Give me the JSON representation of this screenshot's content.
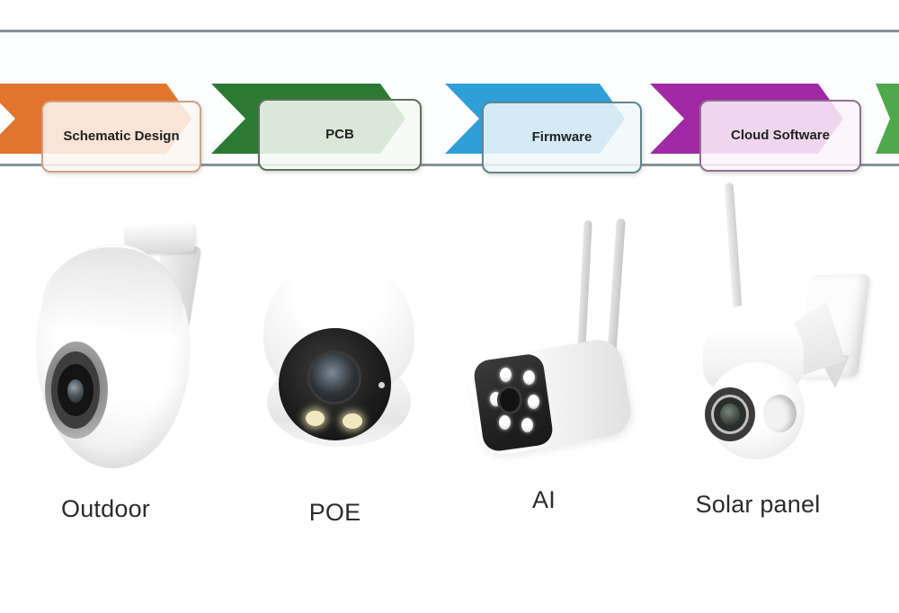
{
  "process_banner": {
    "steps": [
      {
        "label": "Schematic Design",
        "arrow_color": "#E2752E",
        "box_fill": "rgba(253,247,241,0.86)",
        "border_color": "#CDA183"
      },
      {
        "label": "PCB",
        "arrow_color": "#2B7A33",
        "box_fill": "rgba(246,250,245,0.86)",
        "border_color": "#60705F"
      },
      {
        "label": "Firmware",
        "arrow_color": "#2E9FD9",
        "box_fill": "rgba(240,248,250,0.86)",
        "border_color": "#5F878D"
      },
      {
        "label": "Cloud Software",
        "arrow_color": "#A129A5",
        "box_fill": "rgba(251,243,250,0.86)",
        "border_color": "#8E7290"
      }
    ],
    "continuation_arrow_color": "#4FA84B"
  },
  "products": [
    {
      "label": "Outdoor",
      "image": "outdoor-ptz-egg-camera-photo"
    },
    {
      "label": "POE",
      "image": "poe-turret-camera-photo"
    },
    {
      "label": "AI",
      "image": "ai-bullet-camera-dual-antenna-photo"
    },
    {
      "label": "Solar panel",
      "image": "solar-panel-ptz-camera-bracket-photo"
    }
  ]
}
